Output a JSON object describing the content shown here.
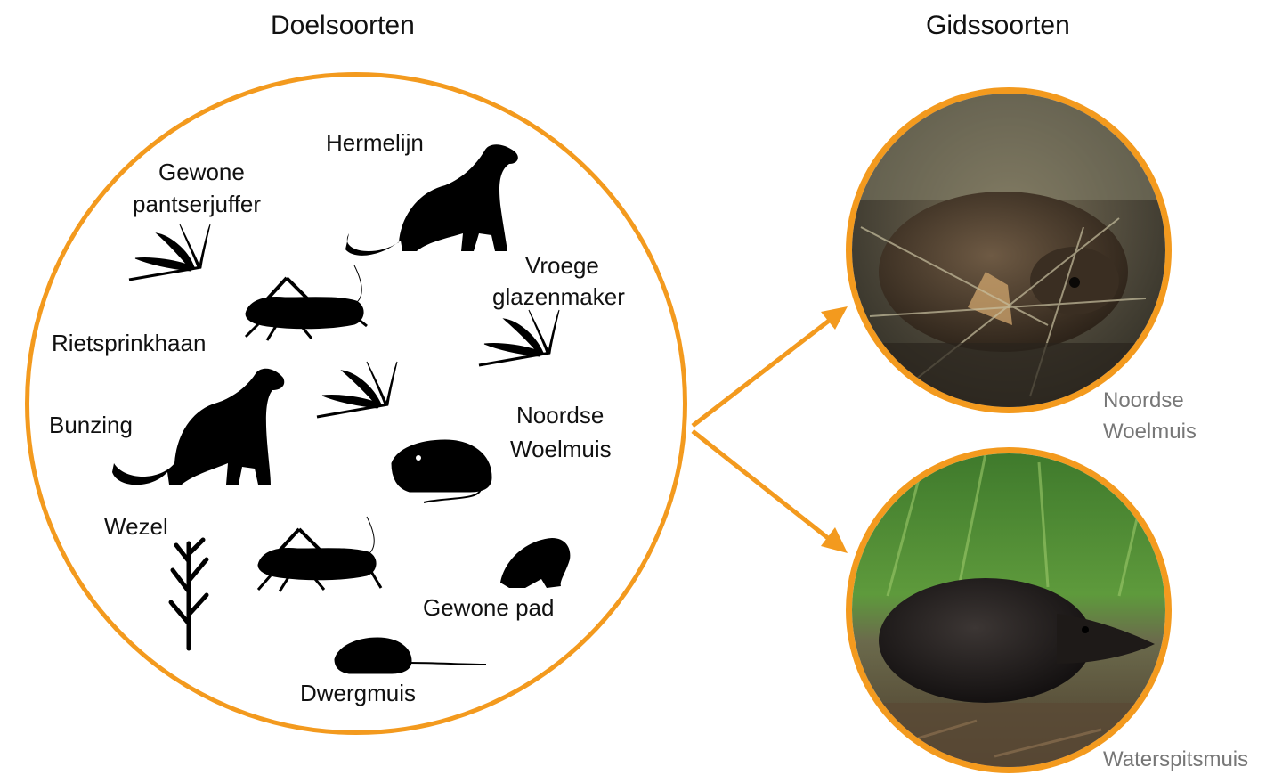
{
  "headings": {
    "left": "Doelsoorten",
    "right": "Gidssoorten"
  },
  "target_species": {
    "hermelijn": "Hermelijn",
    "pantserjuffer_1": "Gewone",
    "pantserjuffer_2": "pantserjuffer",
    "glazenmaker_1": "Vroege",
    "glazenmaker_2": "glazenmaker",
    "rietsprinkhaan": "Rietsprinkhaan",
    "bunzing": "Bunzing",
    "woelmuis_1": "Noordse",
    "woelmuis_2": "Woelmuis",
    "wezel": "Wezel",
    "pad": "Gewone pad",
    "dwergmuis": "Dwergmuis"
  },
  "guide_species": {
    "top_1": "Noordse",
    "top_2": "Woelmuis",
    "bottom": "Waterspitsmuis"
  },
  "colors": {
    "accent": "#f39a1e"
  }
}
